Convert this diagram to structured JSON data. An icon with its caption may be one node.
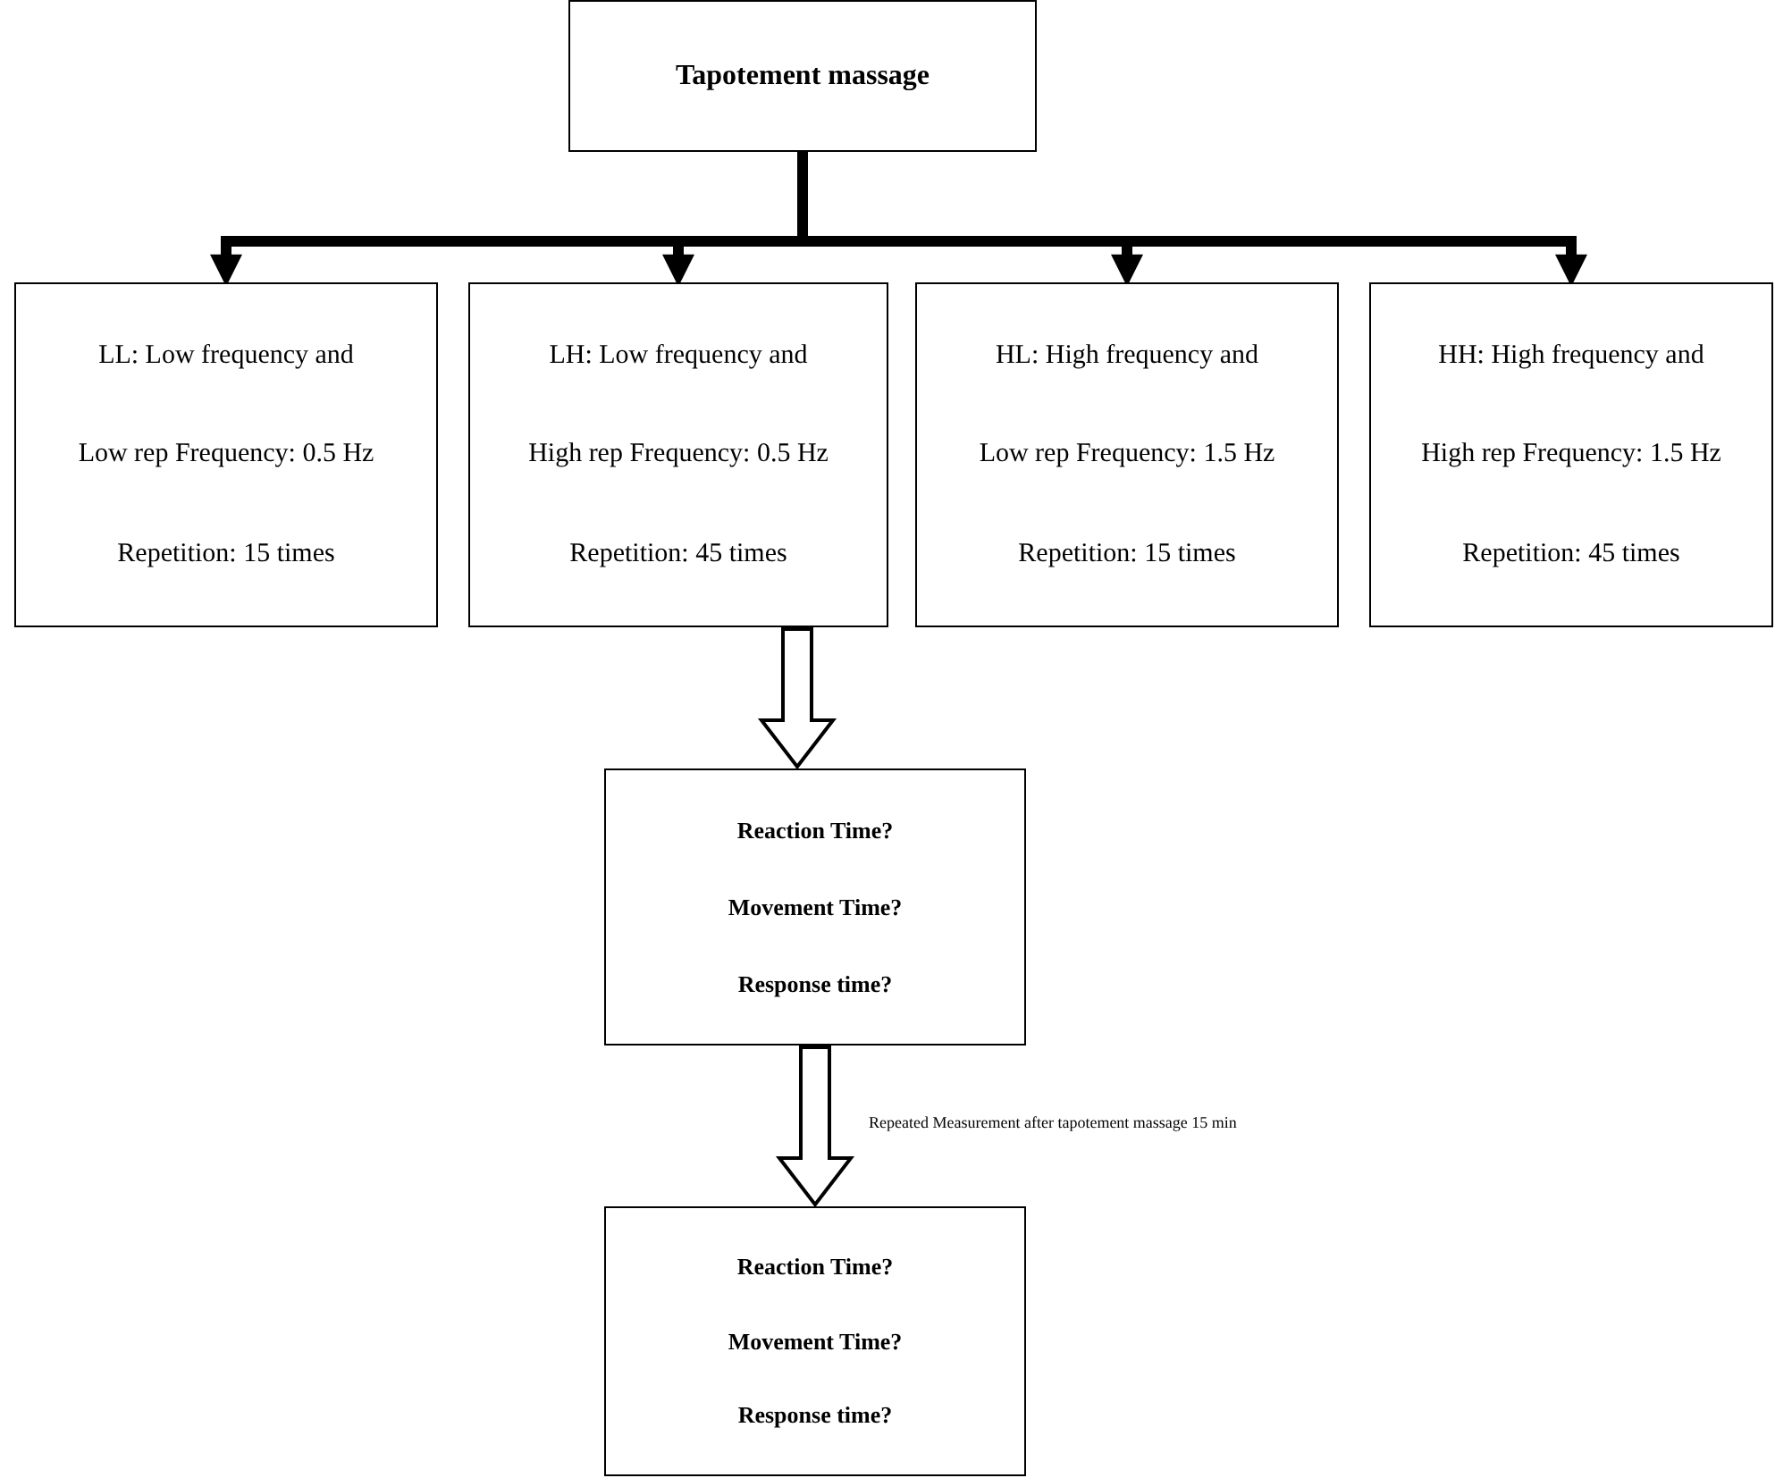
{
  "diagram": {
    "nodes": [
      {
        "text": [
          "Tapotement massage"
        ]
      },
      {
        "text": [
          "LL: Low frequency and",
          "Low rep Frequency: 0.5 Hz",
          "Repetition: 15 times"
        ]
      },
      {
        "text": [
          "LH: Low frequency and",
          "High rep Frequency: 0.5 Hz",
          "Repetition: 45 times"
        ]
      },
      {
        "text": [
          "HL: High frequency and",
          "Low rep Frequency: 1.5 Hz",
          "Repetition: 15 times"
        ]
      },
      {
        "text": [
          "HH: High frequency and",
          "High rep Frequency: 1.5 Hz",
          "Repetition: 45 times"
        ]
      },
      {
        "text": [
          "Reaction Time?",
          "Movement Time?",
          "Response time?"
        ]
      },
      {
        "text": [
          "Reaction Time?",
          "Movement Time?",
          "Response time?"
        ]
      }
    ],
    "edges": [
      {
        "from": 0,
        "to": 1,
        "arrow": "to"
      },
      {
        "from": 0,
        "to": 2,
        "arrow": "to"
      },
      {
        "from": 0,
        "to": 3,
        "arrow": "to"
      },
      {
        "from": 0,
        "to": 4,
        "arrow": "to"
      },
      {
        "from": 2,
        "to": 5,
        "arrow": "to",
        "style": "thick"
      },
      {
        "from": 5,
        "to": 6,
        "arrow": "to",
        "style": "thick",
        "label": "Repeated Measurement after tapotement massage 15 min"
      }
    ]
  }
}
